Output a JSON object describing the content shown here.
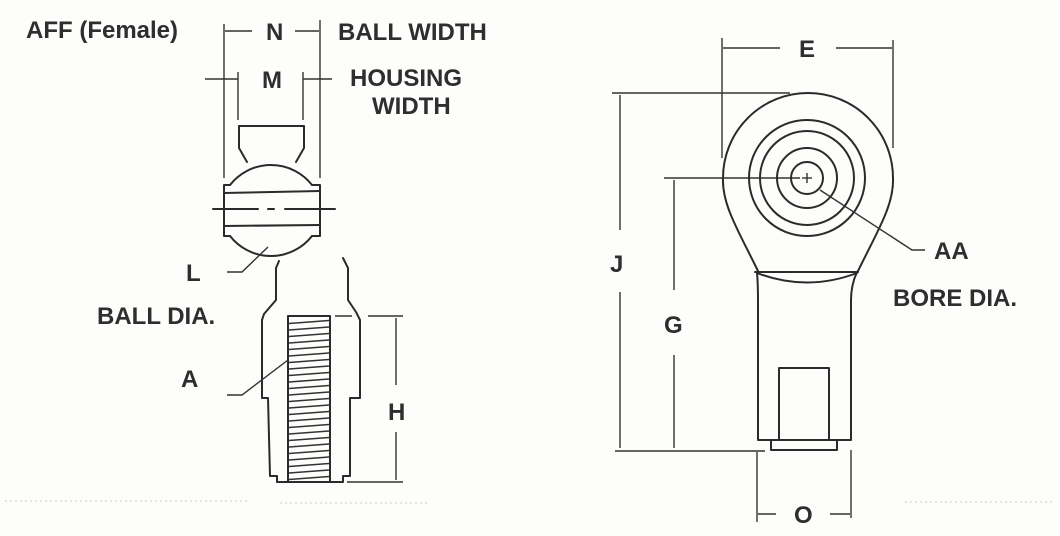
{
  "title": "AFF (Female)",
  "diagram": "Rod end bearing dimension drawing",
  "side_view": {
    "labels": {
      "N": "N",
      "ball_width": "BALL WIDTH",
      "M": "M",
      "housing_width_1": "HOUSING",
      "housing_width_2": "WIDTH",
      "L": "L",
      "ball_dia": "BALL DIA.",
      "A": "A",
      "H": "H"
    }
  },
  "front_view": {
    "labels": {
      "E": "E",
      "J": "J",
      "G": "G",
      "AA": "AA",
      "bore_dia": "BORE DIA.",
      "O": "O"
    }
  }
}
